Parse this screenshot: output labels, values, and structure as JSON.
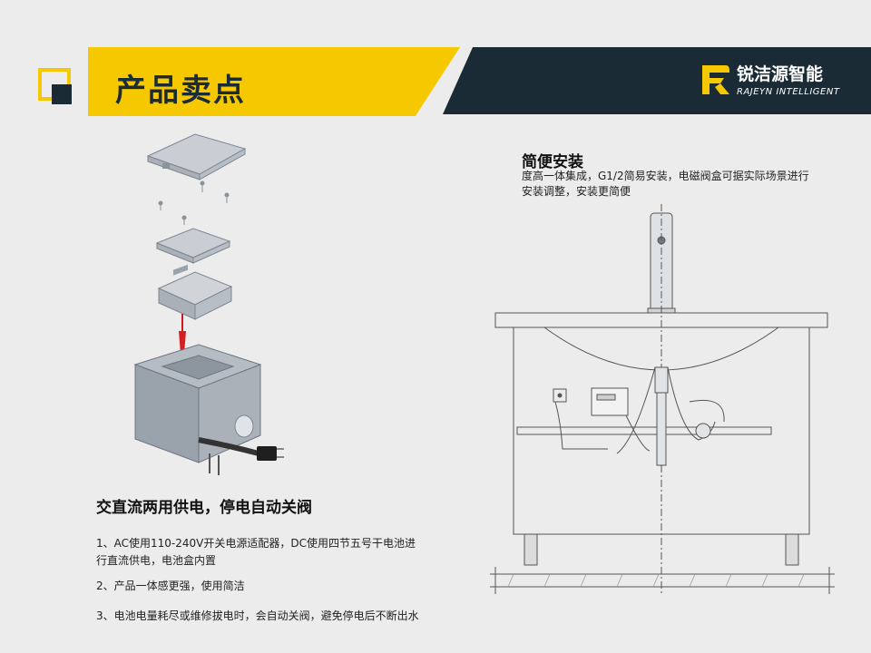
{
  "header": {
    "title": "产品卖点",
    "brand_cn": "锐洁源智能",
    "brand_en": "RAJEYN INTELLIGENT",
    "accent_color": "#f5c800",
    "dark_color": "#1a2b35"
  },
  "left": {
    "heading": "交直流两用供电，停电自动关阀",
    "points": [
      "1、AC使用110-240V开关电源适配器，DC使用四节五号干电池进行直流供电，电池盒内置",
      "2、产品一体感更强，使用简洁",
      "3、电池电量耗尽或维修拔电时，会自动关阀，避免停电后不断出水"
    ]
  },
  "right": {
    "heading": "简便安装",
    "description": "度高一体集成，G1/2简易安装，电磁阀盒可据实际场景进行安装调整，安装更简便"
  }
}
